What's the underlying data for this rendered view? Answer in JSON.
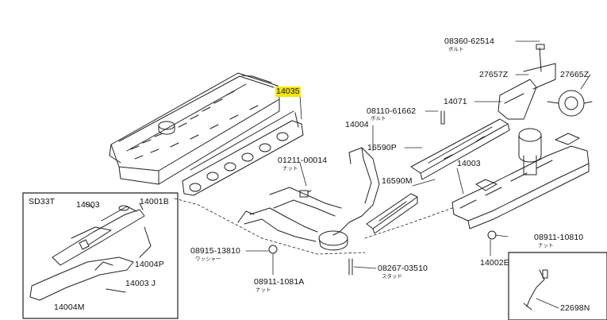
{
  "labels": {
    "p08360": "08360-62514",
    "p27657z": "27657Z",
    "p27665z": "27665Z",
    "p14071": "14071",
    "p14035": "14035",
    "p08110": "08110-61662",
    "p14004": "14004",
    "p16590p": "16590P",
    "p01211": "01211-00014",
    "p16590m": "16590M",
    "p14003": "14003",
    "sd33t": "SD33T",
    "box14003": "14003",
    "box14001b": "14001B",
    "box14004p": "14004P",
    "box14003j": "14003 J",
    "box14004m": "14004M",
    "p08911_10810": "08911-10810",
    "p14002e": "14002E",
    "p08915": "08915-13810",
    "p08267": "08267-03510",
    "p08911_1081a": "08911-1081A",
    "p22698n": "22698N"
  },
  "sublabels": {
    "bolt1": "ボルト",
    "bolt2": "ボルト",
    "nut1": "ナット",
    "washer": "ワッシャー",
    "stud": "スタッド",
    "nut2": "ナット",
    "nut3": "ナット"
  },
  "colors": {
    "line": "#222222",
    "highlight": "#f5e600"
  }
}
